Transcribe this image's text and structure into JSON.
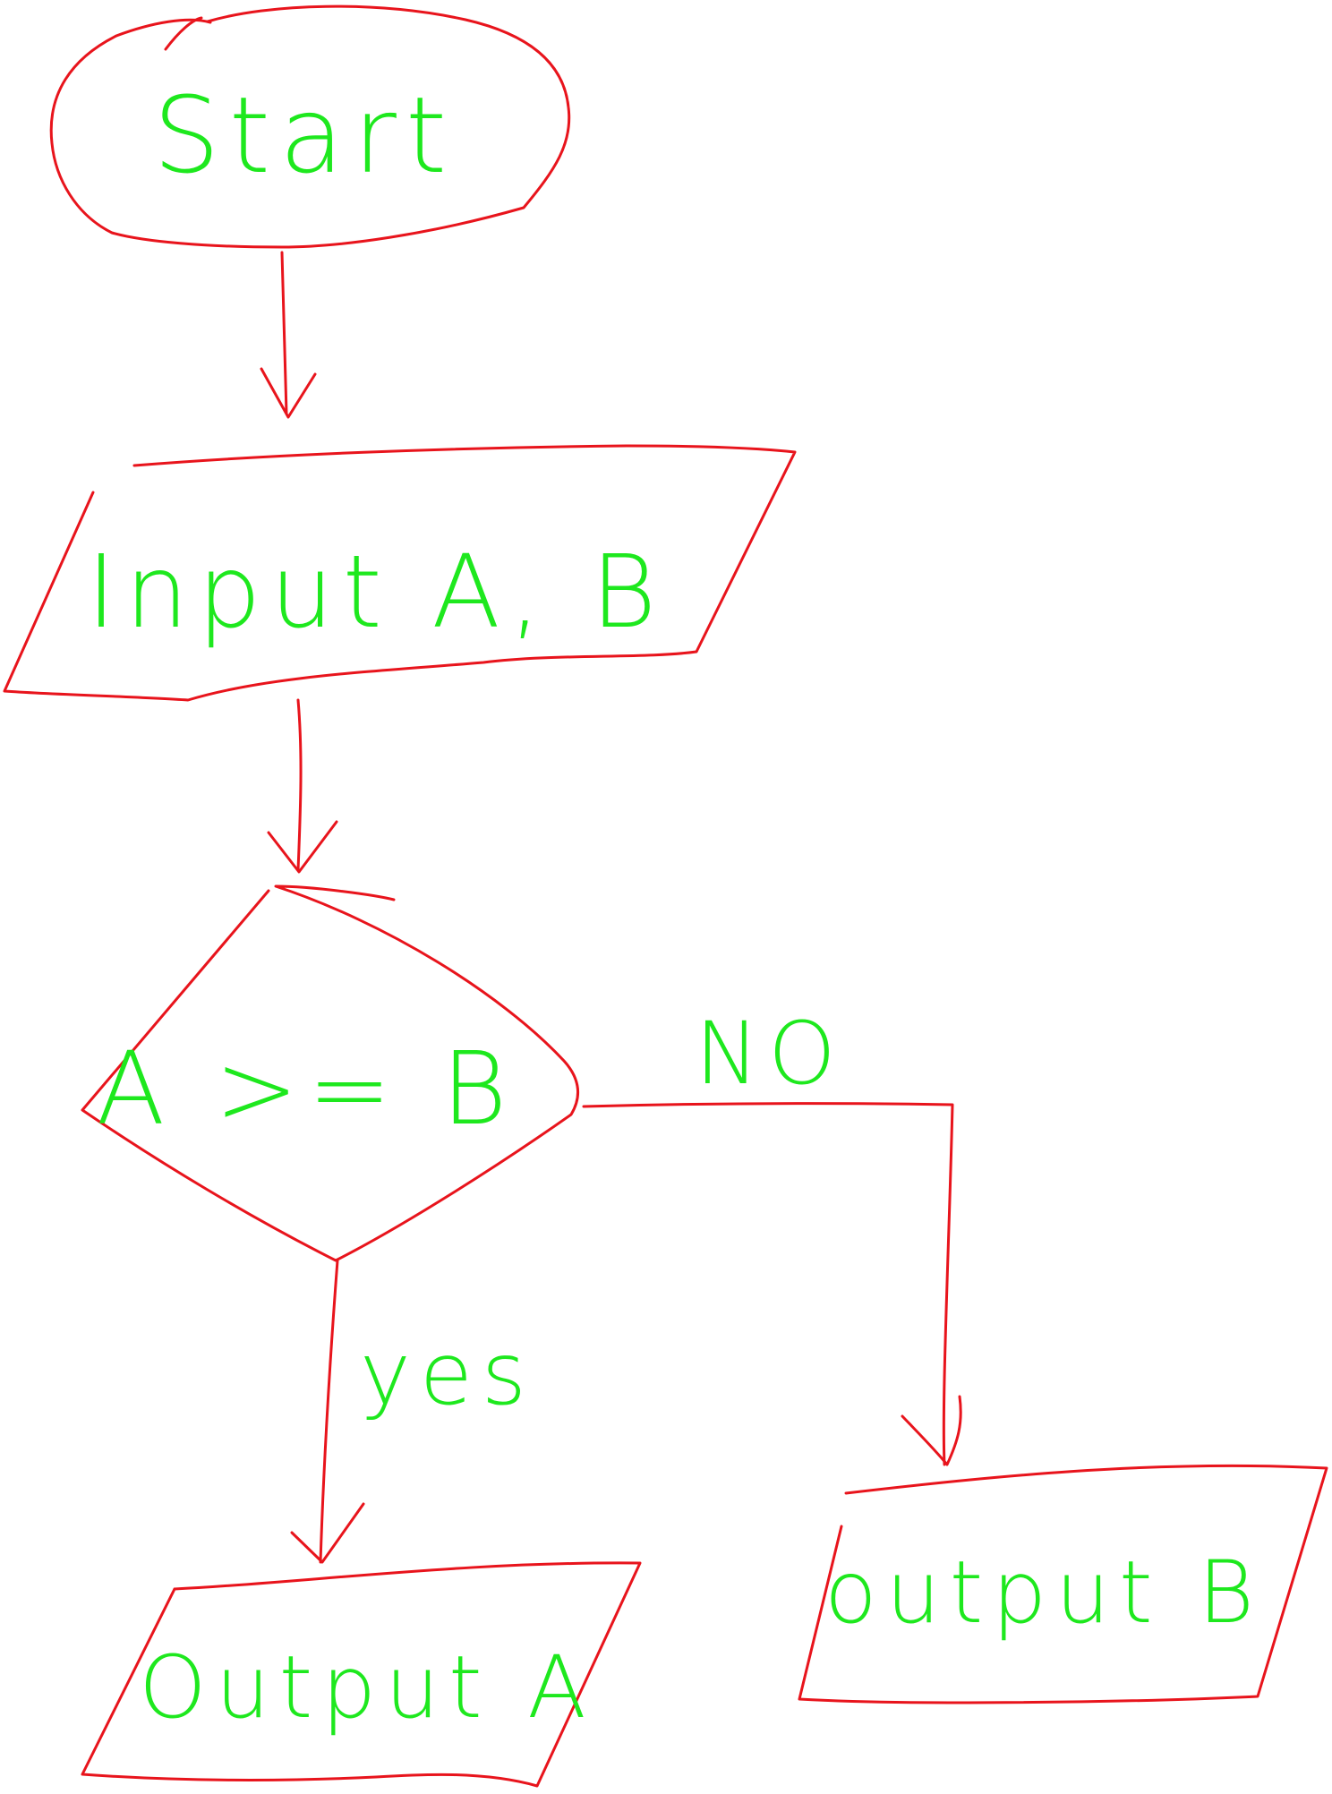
{
  "colors": {
    "shape_stroke": "#e8141c",
    "text": "#1ee81e",
    "background": "#ffffff"
  },
  "diagram": {
    "type": "flowchart",
    "style": "hand-drawn",
    "nodes": {
      "start": {
        "shape": "terminator",
        "label": "Start"
      },
      "input": {
        "shape": "parallelogram",
        "label": "Input A, B"
      },
      "decision": {
        "shape": "diamond",
        "label": "A >= B"
      },
      "output_a": {
        "shape": "parallelogram",
        "label": "Output A"
      },
      "output_b": {
        "shape": "parallelogram",
        "label": "output B"
      }
    },
    "edges": [
      {
        "from": "start",
        "to": "input",
        "label": ""
      },
      {
        "from": "input",
        "to": "decision",
        "label": ""
      },
      {
        "from": "decision",
        "to": "output_a",
        "label": "yes"
      },
      {
        "from": "decision",
        "to": "output_b",
        "label": "NO"
      }
    ]
  }
}
